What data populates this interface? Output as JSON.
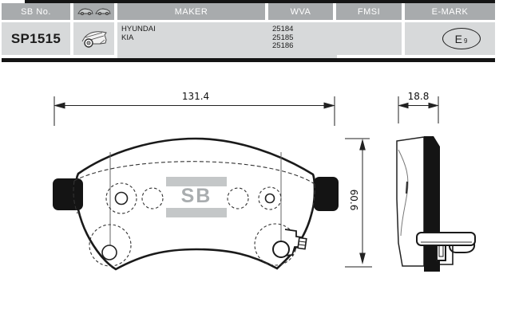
{
  "table": {
    "columns": [
      {
        "label": "SB No."
      },
      {
        "label": ""
      },
      {
        "label": "MAKER"
      },
      {
        "label": "WVA"
      },
      {
        "label": "FMSI"
      },
      {
        "label": "E-MARK"
      }
    ],
    "row": {
      "sb_no": "SP1515",
      "maker": [
        "HYUNDAI",
        "KIA"
      ],
      "wva": [
        "25184",
        "25185",
        "25186"
      ],
      "fmsi": "",
      "e_mark": {
        "letter": "E",
        "number": "9"
      }
    }
  },
  "icons": {
    "header_axle": "front-and-rear-cars-icon",
    "row_axle": "front-axle-car-icon"
  },
  "drawing": {
    "dimensions": {
      "width": "131.4",
      "thickness": "18.8",
      "height": "60.6"
    },
    "watermark": "SB"
  },
  "colors": {
    "header_bg": "#a8abad",
    "header_text": "#ffffff",
    "cell_bg": "#d7d9da",
    "rule_black": "#141414",
    "line": "#1a1a1a",
    "watermark_bar": "#c4c7c8",
    "watermark_text": "#a9adaf"
  }
}
